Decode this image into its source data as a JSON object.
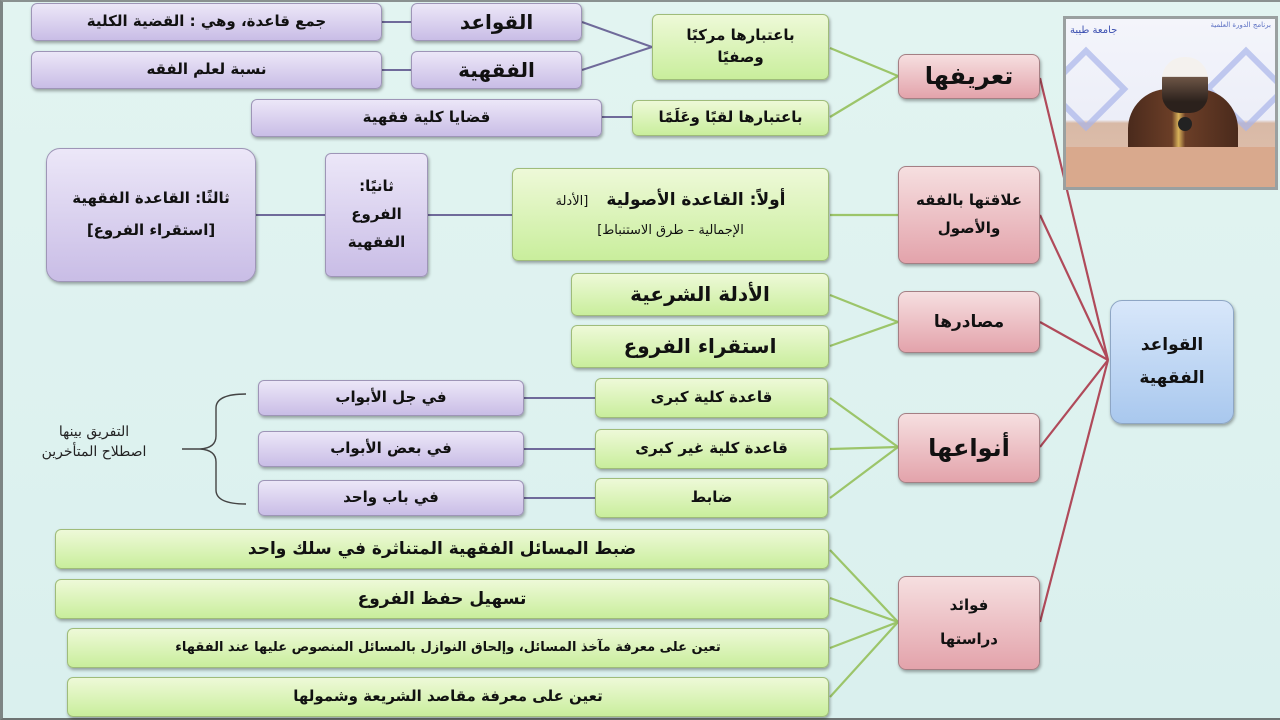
{
  "root": {
    "label_line1": "القواعد",
    "label_line2": "الفقهية"
  },
  "branches": {
    "definition": {
      "label": "تعريفها",
      "compound": {
        "line1": "باعتبارها مركبًا",
        "line2": "وصفيًا"
      },
      "title": "باعتبارها لقبًا وعَلَمًا",
      "words": [
        {
          "word": "القواعد",
          "meaning": "جمع قاعدة، وهي : القضية الكلية"
        },
        {
          "word": "الفقهية",
          "meaning": "نسبة لعلم الفقه"
        }
      ],
      "title_meaning": "قضايا كلية فقهية"
    },
    "relation": {
      "label_line1": "علاقتها بالفقه",
      "label_line2": "والأصول",
      "first": {
        "line1_main": "أولاً: القاعدة الأصولية",
        "line1_extra": "[الأدلة",
        "line2": "الإجمالية – طرق الاستنباط]"
      },
      "second": {
        "line1": "ثانيًا:",
        "line2": "الفروع",
        "line3": "الفقهية"
      },
      "third": {
        "line1": "ثالثًا: القاعدة الفقهية",
        "line2": "[استقراء الفروع]"
      }
    },
    "sources": {
      "label": "مصادرها",
      "items": [
        "الأدلة الشرعية",
        "استقراء الفروع"
      ]
    },
    "types": {
      "label": "أنواعها",
      "items": [
        {
          "type": "قاعدة كلية كبرى",
          "scope": "في جل الأبواب"
        },
        {
          "type": "قاعدة كلية غير كبرى",
          "scope": "في بعض الأبواب"
        },
        {
          "type": "ضابط",
          "scope": "في باب واحد"
        }
      ],
      "note_line1": "التفريق بينها",
      "note_line2": "اصطلاح المتأخرين"
    },
    "benefits": {
      "label_line1": "فوائد",
      "label_line2": "دراستها",
      "items": [
        "ضبط المسائل الفقهية المتناثرة في سلك واحد",
        "تسهيل حفظ الفروع",
        "تعين على معرفة مآخذ المسائل، وإلحاق النوازل بالمسائل المنصوص عليها عند الفقهاء",
        "تعين على معرفة مقاصد الشريعة وشمولها"
      ]
    }
  },
  "video_overlay": {
    "logo_text": "جامعة طيبة",
    "caption": "برنامج الدورة العلمية"
  },
  "colors": {
    "root": "#a9c8ee",
    "branch": "#e3a3ab",
    "green_node": "#c9ee9c",
    "purple_node": "#c9bde6",
    "red_link": "#b04a5a",
    "green_link": "#9cc56a",
    "purple_link": "#6f6a9a",
    "background": "#dcf1ef"
  }
}
